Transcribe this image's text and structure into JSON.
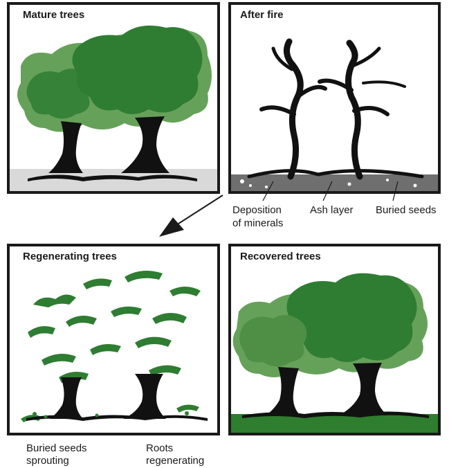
{
  "panels": {
    "mature": {
      "title": "Mature trees"
    },
    "after_fire": {
      "title": "After fire"
    },
    "regenerating": {
      "title": "Regenerating trees"
    },
    "recovered": {
      "title": "Recovered trees"
    }
  },
  "callouts": {
    "deposition": {
      "line1": "Deposition",
      "line2": "of minerals"
    },
    "ash_layer": "Ash layer",
    "buried_seeds": "Buried seeds",
    "seeds_sprouting": {
      "line1": "Buried seeds",
      "line2": "sprouting"
    },
    "roots_regenerating": {
      "line1": "Roots",
      "line2": "regenerating"
    }
  },
  "colors": {
    "frame": "#1a1a1a",
    "canopy_dark": "#2e7d32",
    "canopy_light": "#66a15a",
    "trunk": "#111111",
    "soil_mature": "#d9d9d9",
    "ash": "#6f6f6f",
    "grass": "#2f7d2e"
  }
}
